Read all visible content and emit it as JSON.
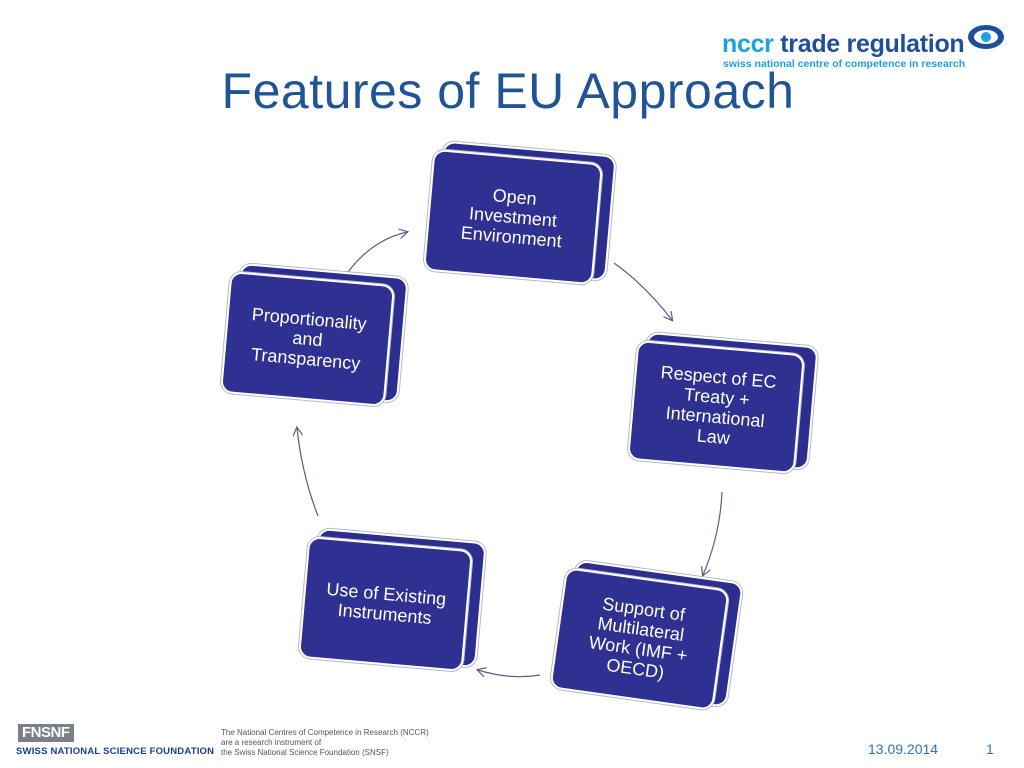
{
  "slide": {
    "title": "Features of EU Approach",
    "date": "13.09.2014",
    "page_number": "1"
  },
  "logo": {
    "name_prefix": "nccr",
    "name_suffix": "trade regulation",
    "tagline": "swiss national centre of competence in research"
  },
  "cycle": {
    "nodes": [
      {
        "id": "open",
        "lines": [
          "Open",
          "Investment",
          "Environment"
        ]
      },
      {
        "id": "respect",
        "lines": [
          "Respect of EC",
          "Treaty +",
          "International",
          "Law"
        ]
      },
      {
        "id": "support",
        "lines": [
          "Support of",
          "Multilateral",
          "Work (IMF +",
          "OECD)"
        ]
      },
      {
        "id": "use",
        "lines": [
          "Use of Existing",
          "Instruments"
        ]
      },
      {
        "id": "proportionality",
        "lines": [
          "Proportionality",
          "and",
          "Transparency"
        ]
      }
    ],
    "box_color": "#2f3192",
    "arrow_color": "#5a5e8c"
  },
  "footer": {
    "funder_logo": "FNSNF",
    "funder_name": "SWISS NATIONAL SCIENCE FOUNDATION",
    "note_lines": [
      "The National Centres of Competence in Research (NCCR)",
      "are a research instrument of",
      "the Swiss National Science Foundation (SNSF)"
    ]
  }
}
